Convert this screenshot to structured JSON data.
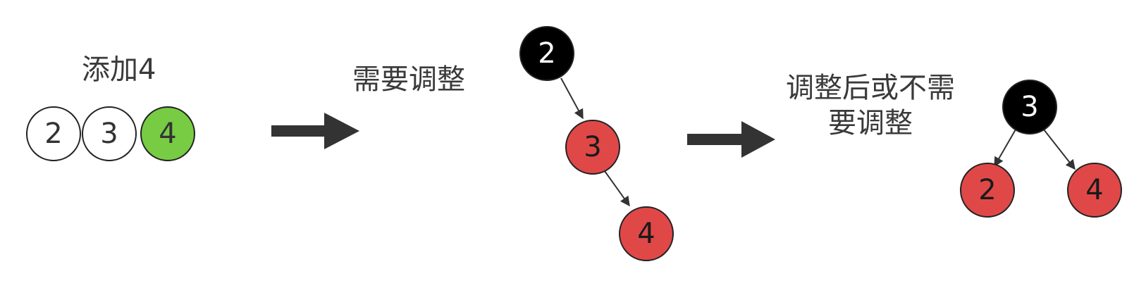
{
  "step1": {
    "title": "添加4",
    "array": [
      {
        "value": "2",
        "fill": "#ffffff",
        "text_color": "#333333"
      },
      {
        "value": "3",
        "fill": "#ffffff",
        "text_color": "#333333"
      },
      {
        "value": "4",
        "fill": "#77cc44",
        "text_color": "#333333"
      }
    ]
  },
  "step2": {
    "note": "需要调整",
    "tree": [
      {
        "value": "2",
        "color": "black"
      },
      {
        "value": "3",
        "color": "red"
      },
      {
        "value": "4",
        "color": "red"
      }
    ]
  },
  "step3": {
    "note": "调整后或不需要调整",
    "tree": [
      {
        "value": "3",
        "color": "black"
      },
      {
        "value": "2",
        "color": "red"
      },
      {
        "value": "4",
        "color": "red"
      }
    ]
  },
  "colors": {
    "black_node": "#000000",
    "red_node": "#e04848",
    "highlight": "#77cc44",
    "arrow": "#333333",
    "edge": "#333333"
  }
}
